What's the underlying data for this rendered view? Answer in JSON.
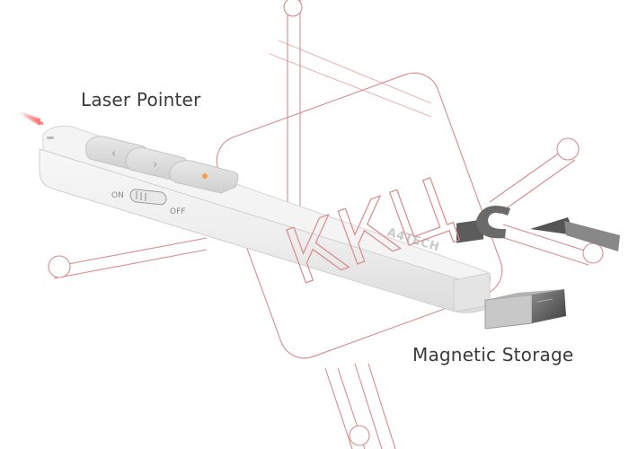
{
  "labels": {
    "laser_pointer": "Laser Pointer",
    "magnetic_storage": "Magnetic Storage"
  },
  "device": {
    "brand": "A4TECH",
    "switch_on": "ON",
    "switch_off": "OFF",
    "button_prev_symbol": "‹",
    "button_next_symbol": "›"
  },
  "watermark": {
    "text": "ККЦ"
  },
  "colors": {
    "laser_beam": "#ff6f6f",
    "watermark_stroke": "#d98b8b",
    "receiver_dark": "#5c5c5c",
    "arrow": "#555555"
  }
}
